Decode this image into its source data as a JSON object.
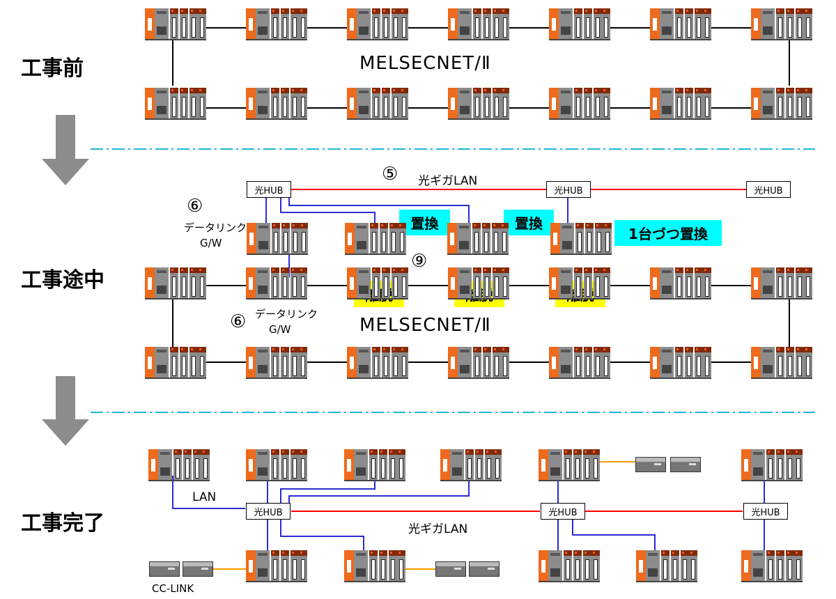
{
  "stages": {
    "before": "工事前",
    "during": "工事途中",
    "complete": "工事完了"
  },
  "networks": {
    "melsecnet": "MELSECNET/Ⅱ",
    "optical_lan": "光ギガLAN",
    "lan": "LAN",
    "cc_link": "CC-LINK"
  },
  "hub_label": "光HUB",
  "annotations": {
    "step5": "⑤",
    "step6": "⑥",
    "step9": "⑨",
    "data_link": "データリンク",
    "gw": "G/W",
    "replace": "置換",
    "replace_one_by_one": "1台づつ置換",
    "detach": "離脱"
  },
  "colors": {
    "optical_line": "#ff0000",
    "lan_line": "#2b2bd6",
    "cc_link_line": "#ff9900",
    "network_line": "#000000",
    "separator": "#1fb6d6",
    "arrow": "#8c8c8c",
    "replace_highlight": "#00ffff",
    "detach_highlight": "#ffff00",
    "plc_power": "#ee6a1c"
  }
}
